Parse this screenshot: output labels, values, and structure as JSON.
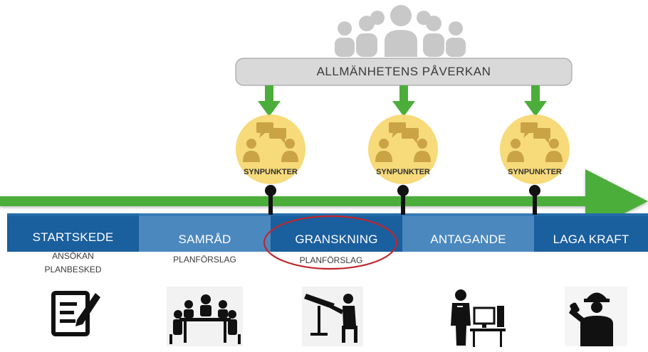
{
  "influence": {
    "label": "ALLMÄNHETENS PÅVERKAN"
  },
  "comments": [
    {
      "label": "SYNPUNKTER"
    },
    {
      "label": "SYNPUNKTER"
    },
    {
      "label": "SYNPUNKTER"
    }
  ],
  "stages": [
    {
      "label": "STARTSKEDE",
      "sub_line1": "ANSÖKAN",
      "sub_line2": "PLANBESKED"
    },
    {
      "label": "SAMRÅD",
      "sub_line1": "PLANFÖRSLAG"
    },
    {
      "label": "GRANSKNING",
      "sub_line1": "PLANFÖRSLAG"
    },
    {
      "label": "ANTAGANDE"
    },
    {
      "label": "LAGA KRAFT"
    }
  ],
  "icons": [
    {
      "name": "document-edit-icon"
    },
    {
      "name": "meeting-table-icon"
    },
    {
      "name": "drafter-desk-icon"
    },
    {
      "name": "worker-computer-icon"
    },
    {
      "name": "construction-worker-icon"
    }
  ],
  "colors": {
    "arrow_green": "#4cae3a",
    "band_dark": "#1a5f9e",
    "band_light": "#4b88be",
    "circle": "#f6d66a",
    "highlight_oval": "#c0272d",
    "box_gray": "#d9d9d9"
  }
}
